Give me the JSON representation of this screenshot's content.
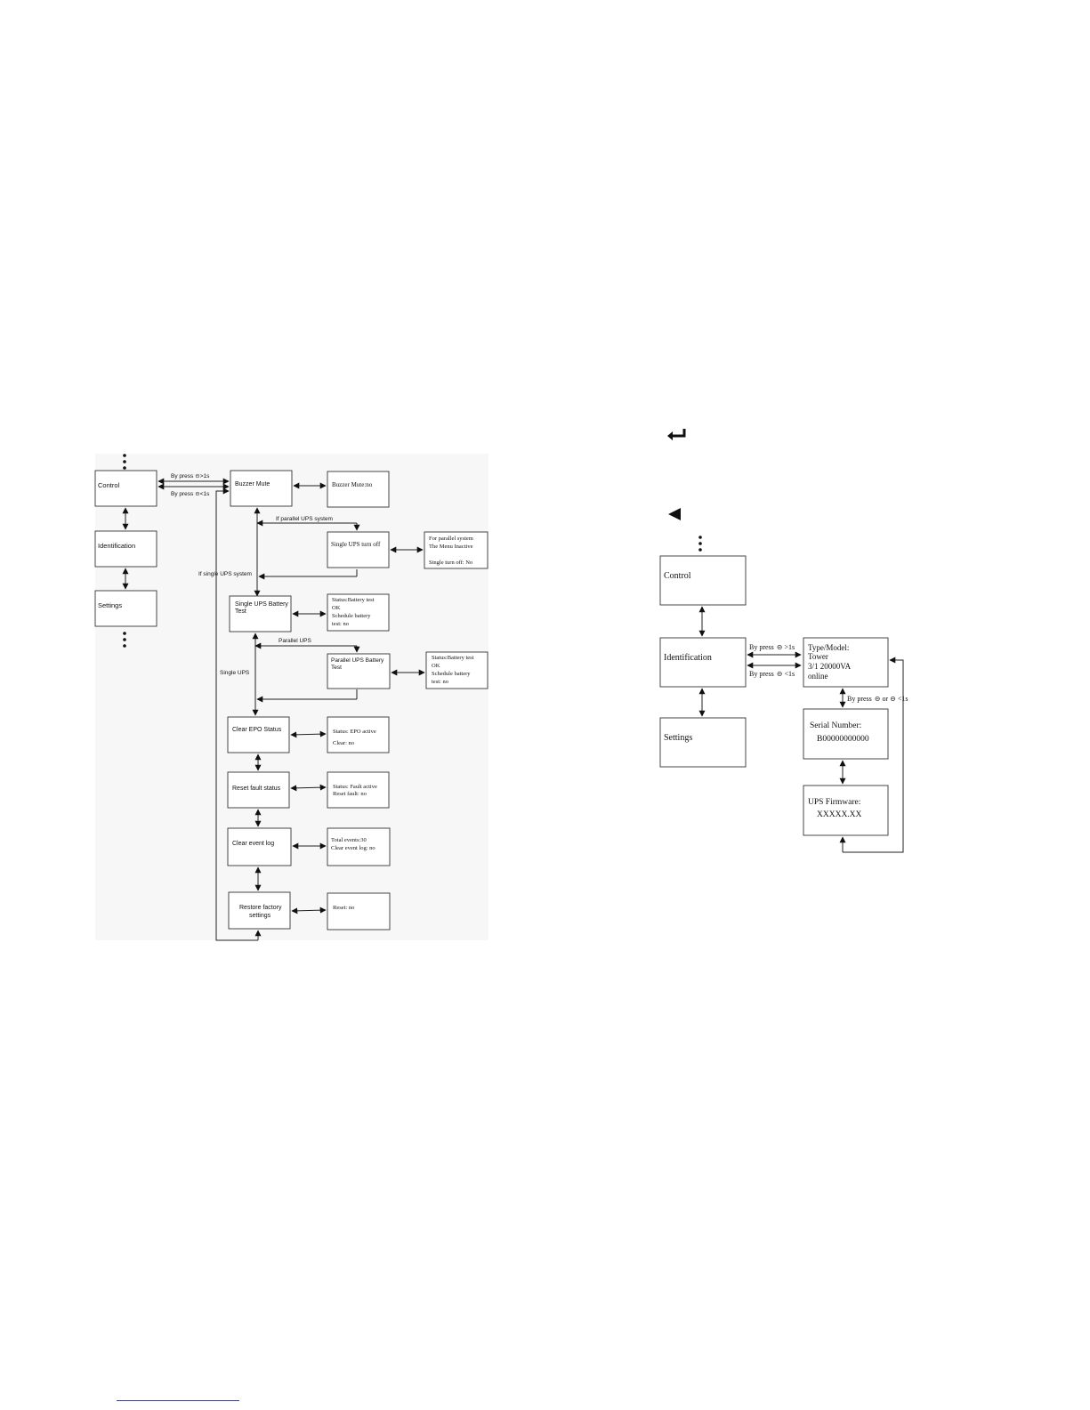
{
  "left_diagram": {
    "menu": {
      "control": "Control",
      "identification": "Identification",
      "settings": "Settings"
    },
    "press_long": "By press",
    "press_long_suffix": ">1s",
    "press_short": "By press",
    "press_short_suffix": "<1s",
    "if_parallel": "If parallel UPS system",
    "if_single": "If single UPS system",
    "parallel_ups": "Parallel UPS",
    "single_ups": "Single UPS",
    "items": {
      "buzzer_mute": "Buzzer  Mute",
      "buzzer_value": "Buzzer  Mute:no",
      "single_turn_off": "Single UPS turn off",
      "turn_off_info": [
        "For parallel system",
        "The Menu Inactive",
        "",
        "Single turn off: No"
      ],
      "single_battery_test": [
        "Single UPS  Battery",
        "Test"
      ],
      "single_battery_value": [
        "Status:Battery test",
        "OK",
        "Schedule battery",
        "test: no"
      ],
      "parallel_battery_test": [
        "Parallel UPS  Battery",
        "Test"
      ],
      "parallel_battery_value": [
        "Status:Battery test",
        "OK",
        "Schedule battery",
        "test: no"
      ],
      "clear_epo": "Clear EPO Status",
      "clear_epo_value": [
        "Status: EPO active",
        "",
        "Clear: no"
      ],
      "reset_fault": "Reset fault status",
      "reset_fault_value": [
        "Status: Fault active",
        "Reset fault: no"
      ],
      "clear_log": "Clear event log",
      "clear_log_value": [
        "Total events:30",
        "Clear event log: no"
      ],
      "restore_factory": [
        "Restore factory",
        "settings"
      ],
      "restore_value": "Reset: no"
    }
  },
  "right_diagram": {
    "menu": {
      "control": "Control",
      "identification": "Identification",
      "settings": "Settings"
    },
    "press_long": "By press",
    "press_long_suffix": ">1s",
    "press_short": "By press",
    "press_short_suffix": "<1s",
    "press_next": "By press",
    "press_next_or": "or",
    "press_next_suffix": "<1s",
    "type_model": [
      "Type/Model:",
      "Tower",
      "3/1 20000VA",
      "online"
    ],
    "serial_label": "Serial Number:",
    "serial_value": "B00000000000",
    "firmware_label": "UPS Firmware:",
    "firmware_value": "XXXXX.XX"
  }
}
